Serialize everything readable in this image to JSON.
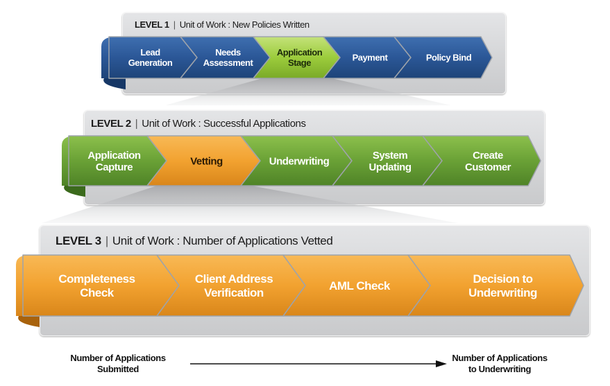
{
  "colors": {
    "blue": "#2b5797",
    "green": "#6aa136",
    "lime": "#9ccc3c",
    "orange": "#f2a230"
  },
  "levels": [
    {
      "level_label": "LEVEL 1",
      "separator": "|",
      "unit_of_work": "Unit of Work : New Policies Written",
      "steps": [
        {
          "lines": [
            "Lead",
            "Generation"
          ],
          "color": "blue",
          "highlighted": false
        },
        {
          "lines": [
            "Needs",
            "Assessment"
          ],
          "color": "blue",
          "highlighted": false
        },
        {
          "lines": [
            "Application",
            "Stage"
          ],
          "color": "lime",
          "highlighted": true
        },
        {
          "lines": [
            "Payment"
          ],
          "color": "blue",
          "highlighted": false
        },
        {
          "lines": [
            "Policy Bind"
          ],
          "color": "blue",
          "highlighted": false
        }
      ]
    },
    {
      "level_label": "LEVEL 2",
      "separator": "|",
      "unit_of_work": "Unit of Work : Successful Applications",
      "steps": [
        {
          "lines": [
            "Application",
            "Capture"
          ],
          "color": "green",
          "highlighted": false
        },
        {
          "lines": [
            "Vetting"
          ],
          "color": "orange",
          "highlighted": true
        },
        {
          "lines": [
            "Underwriting"
          ],
          "color": "green",
          "highlighted": false
        },
        {
          "lines": [
            "System",
            "Updating"
          ],
          "color": "green",
          "highlighted": false
        },
        {
          "lines": [
            "Create",
            "Customer"
          ],
          "color": "green",
          "highlighted": false
        }
      ]
    },
    {
      "level_label": "LEVEL 3",
      "separator": "|",
      "unit_of_work": "Unit of Work : Number of Applications Vetted",
      "steps": [
        {
          "lines": [
            "Completeness",
            "Check"
          ],
          "color": "orange",
          "highlighted": false
        },
        {
          "lines": [
            "Client Address",
            "Verification"
          ],
          "color": "orange",
          "highlighted": false
        },
        {
          "lines": [
            "AML Check"
          ],
          "color": "orange",
          "highlighted": false
        },
        {
          "lines": [
            "Decision to",
            "Underwriting"
          ],
          "color": "orange",
          "highlighted": false
        }
      ]
    }
  ],
  "footer": {
    "start_label": [
      "Number of Applications",
      "Submitted"
    ],
    "end_label": [
      "Number of Applications",
      "to Underwriting"
    ]
  }
}
